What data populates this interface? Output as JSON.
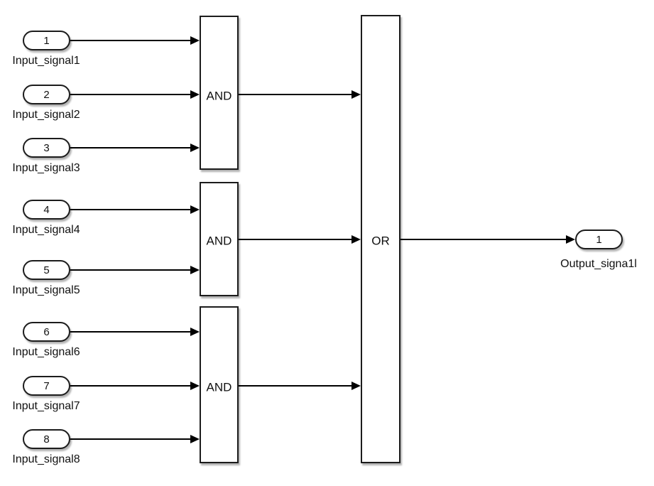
{
  "colors": {
    "background": "#ffffff",
    "stroke": "#1c1c1c",
    "wire": "#000000"
  },
  "input_ports": [
    {
      "number": "1",
      "label": "Input_signal1"
    },
    {
      "number": "2",
      "label": "Input_signal2"
    },
    {
      "number": "3",
      "label": "Input_signal3"
    },
    {
      "number": "4",
      "label": "Input_signal4"
    },
    {
      "number": "5",
      "label": "Input_signal5"
    },
    {
      "number": "6",
      "label": "Input_signal6"
    },
    {
      "number": "7",
      "label": "Input_signal7"
    },
    {
      "number": "8",
      "label": "Input_signal8"
    }
  ],
  "gates": [
    {
      "label": "AND"
    },
    {
      "label": "AND"
    },
    {
      "label": "AND"
    },
    {
      "label": "OR"
    }
  ],
  "output_port": {
    "number": "1",
    "label": "Output_signa1l"
  }
}
